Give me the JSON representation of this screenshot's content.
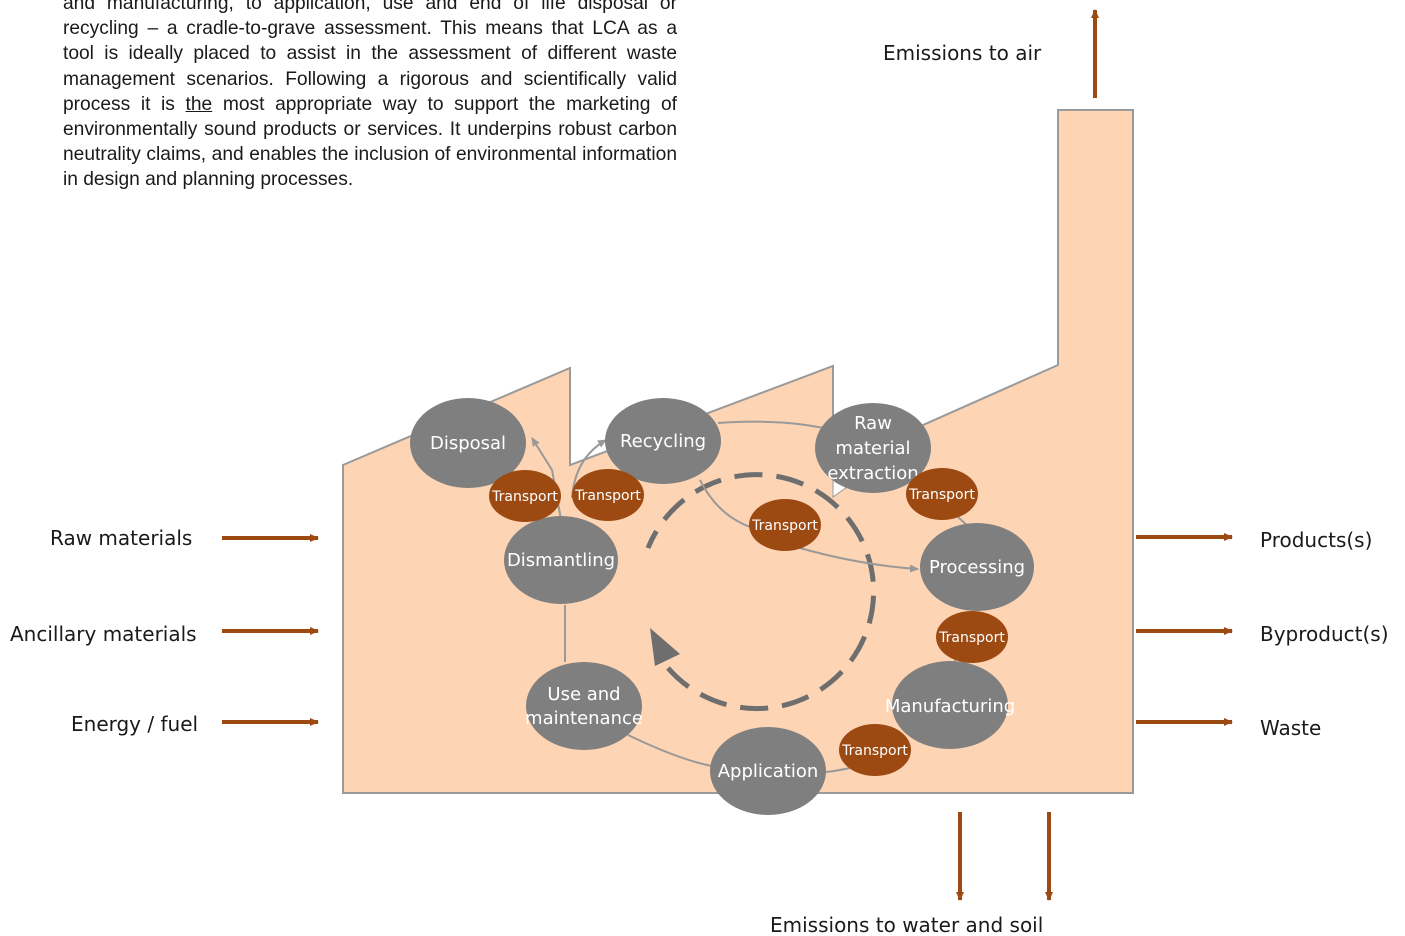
{
  "paragraph": {
    "line1": "and manufacturing, to application, use and end of life disposal or recycling – a cradle-to-grave assessment. This means that LCA as a tool is ideally placed to assist in the assessment of different waste management scenarios. Following a rigorous and scientifically valid process it is ",
    "emphasis": "the",
    "line2": " most appropriate way to support the marketing of environmentally sound products or services. It underpins robust carbon neutrality claims, and enables the inclusion of environmental information in design and planning processes."
  },
  "inputs": [
    "Raw materials",
    "Ancillary materials",
    "Energy / fuel"
  ],
  "outputs": [
    "Products(s)",
    "Byproduct(s)",
    "Waste"
  ],
  "emissions_air": "Emissions to air",
  "emissions_water_soil": "Emissions to water and soil",
  "stages": {
    "disposal": "Disposal",
    "recycling": "Recycling",
    "raw_material_extraction": [
      "Raw",
      "material",
      "extraction"
    ],
    "processing": "Processing",
    "manufacturing": "Manufacturing",
    "application": "Application",
    "use_maintenance": [
      "Use and",
      "maintenance"
    ],
    "dismantling": "Dismantling"
  },
  "transport_label": "Transport",
  "colors": {
    "factory_fill": "#fdd4b4",
    "factory_stroke": "#9a9a9a",
    "node_fill": "#7f7f7f",
    "transport_fill": "#9c4a12",
    "arrow": "#9c4a12",
    "cycle_dash": "#6e6e6e"
  }
}
